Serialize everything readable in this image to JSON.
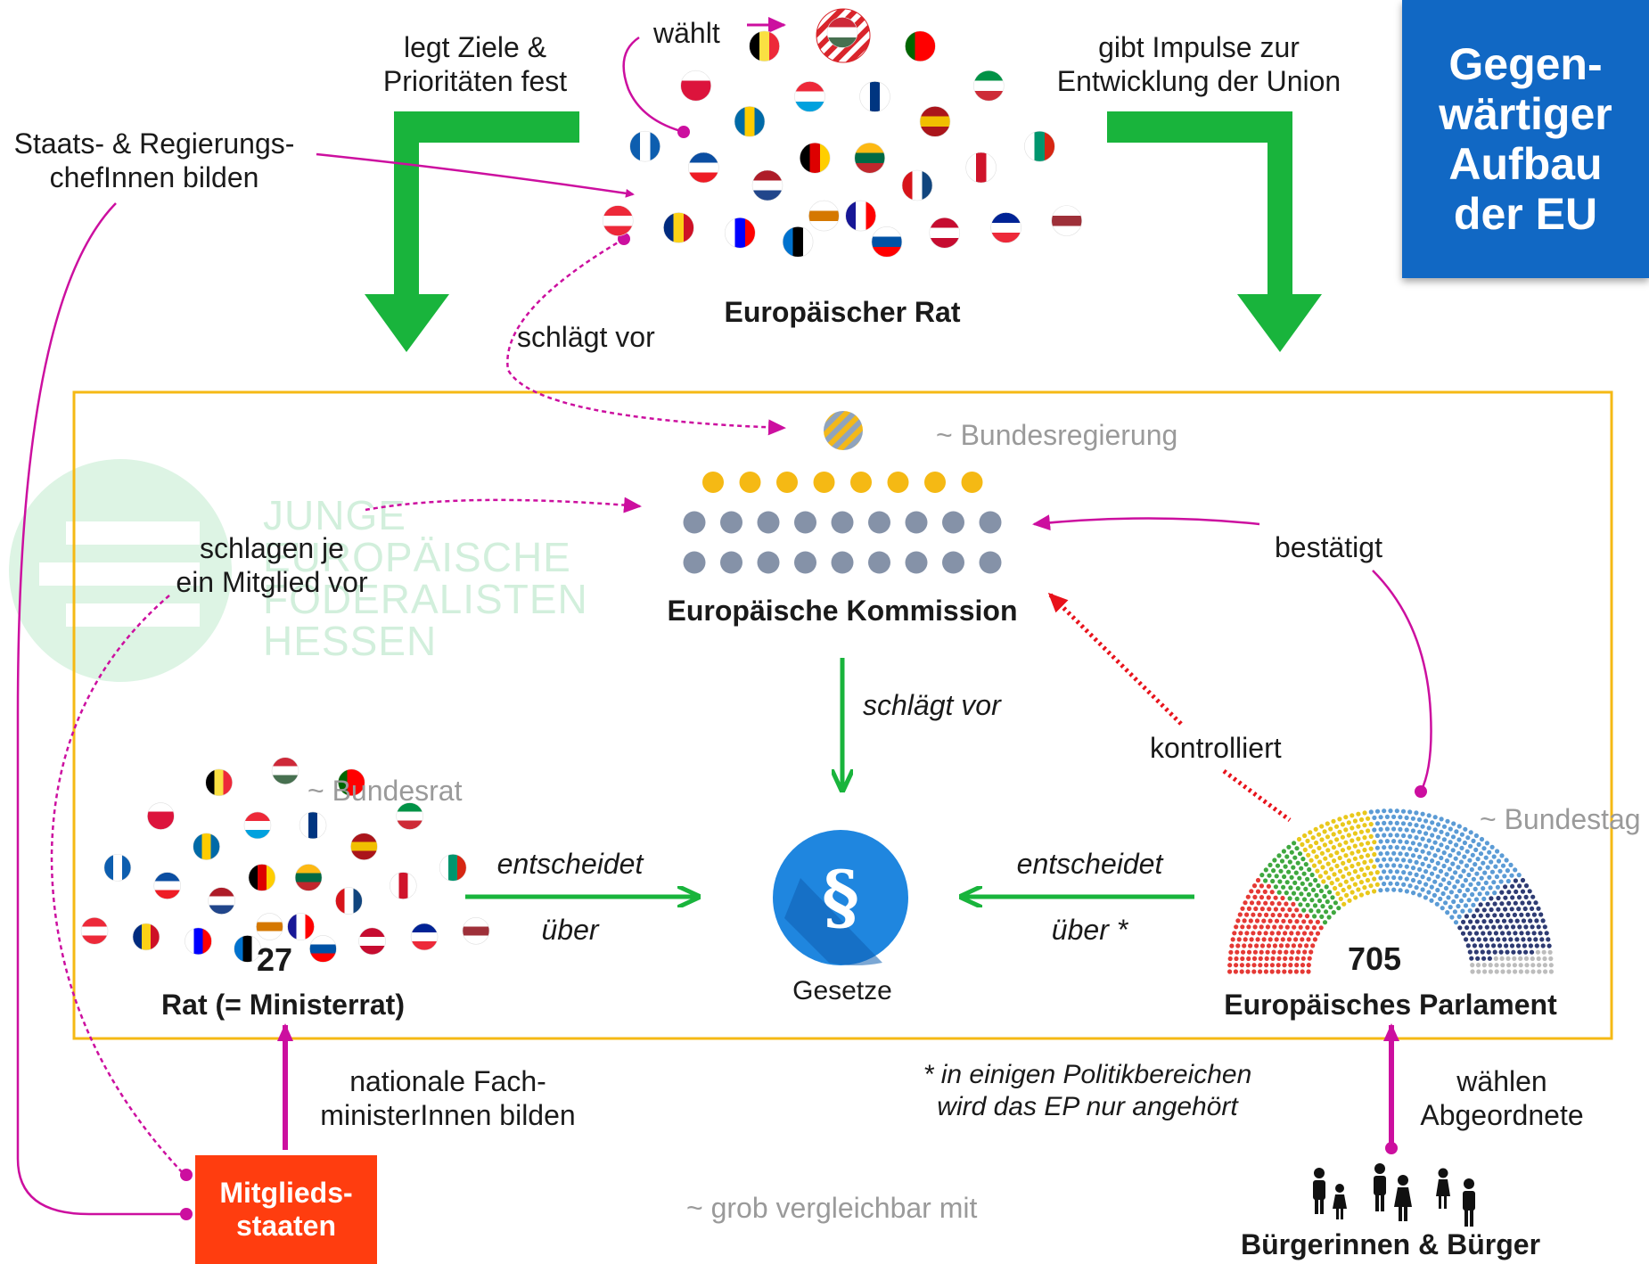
{
  "title": {
    "lines": [
      "Gegen-",
      "wärtiger",
      "Aufbau",
      "der EU"
    ]
  },
  "watermark": {
    "lines": [
      "JUNGE",
      "EUROPÄISCHE",
      "FÖDERALISTEN",
      "HESSEN"
    ]
  },
  "european_council": {
    "name": "Europäischer Rat",
    "elects_label": "wählt",
    "sets_goals_label": [
      "legt Ziele &",
      "Prioritäten fest"
    ],
    "impulses_label": [
      "gibt Impulse zur",
      "Entwicklung der Union"
    ],
    "heads_label": [
      "Staats- & Regierungs-",
      "chefInnen bilden"
    ],
    "proposes_label": "schlägt vor"
  },
  "commission": {
    "name": "Europäische Kommission",
    "comparison": "~ Bundesregierung",
    "proposes_law_label": "schlägt vor",
    "member_proposal_label": [
      "schlagen je",
      "ein Mitglied vor"
    ],
    "confirms_label": "bestätigt",
    "controls_label": "kontrolliert",
    "yellow_members": 8,
    "grey_members": 18
  },
  "council": {
    "name": "Rat (= Ministerrat)",
    "comparison": "~ Bundesrat",
    "count": "27",
    "decides_label": [
      "entscheidet",
      "über"
    ],
    "ministers_label": [
      "nationale Fach-",
      "ministerInnen bilden"
    ]
  },
  "laws": {
    "name": "Gesetze",
    "icon": "paragraph-icon",
    "symbol": "§"
  },
  "parliament": {
    "name": "Europäisches Parlament",
    "comparison": "~ Bundestag",
    "seats": "705",
    "decides_label": [
      "entscheidet",
      "über *"
    ],
    "footnote": [
      "* in einigen Politikbereichen",
      "wird das EP nur angehört"
    ],
    "group_colors": [
      "#e53935",
      "#3fa83f",
      "#e9c81c",
      "#5b9bd5",
      "#2e3b73",
      "#bdbdbd"
    ]
  },
  "citizens": {
    "name": "Bürgerinnen & Bürger",
    "elect_label": [
      "wählen",
      "Abgeordnete"
    ]
  },
  "member_states": {
    "lines": [
      "Mitglieds-",
      "staaten"
    ]
  },
  "legend_note": "~ grob vergleichbar mit",
  "colors": {
    "accent_magenta": "#cc0f9f",
    "arrow_green": "#19b43c",
    "box_border": "#f5b914",
    "title_blue": "#1168c4",
    "member_orange": "#ff3d0f",
    "control_red": "#e8121b",
    "commission_yellow": "#f5b914",
    "commission_grey": "#8592a8"
  }
}
